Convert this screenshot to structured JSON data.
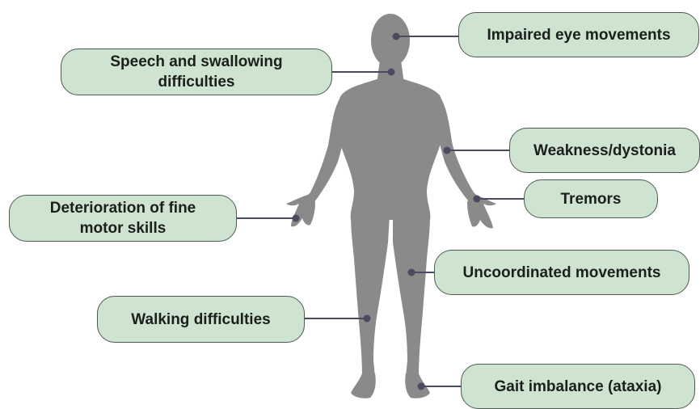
{
  "labels": {
    "eye_movements": "Impaired eye movements",
    "speech_line1": "Speech and swallowing",
    "speech_line2": "difficulties",
    "weakness": "Weakness/dystonia",
    "tremors": "Tremors",
    "fine_motor_line1": "Deterioration of fine",
    "fine_motor_line2": "motor skills",
    "uncoordinated": "Uncoordinated movements",
    "walking": "Walking difficulties",
    "gait": "Gait imbalance (ataxia)"
  },
  "colors": {
    "box_fill": "#cfe3d1",
    "box_border": "#4d5a52",
    "figure": "#8a8a8a",
    "connector": "#4a4a60"
  }
}
